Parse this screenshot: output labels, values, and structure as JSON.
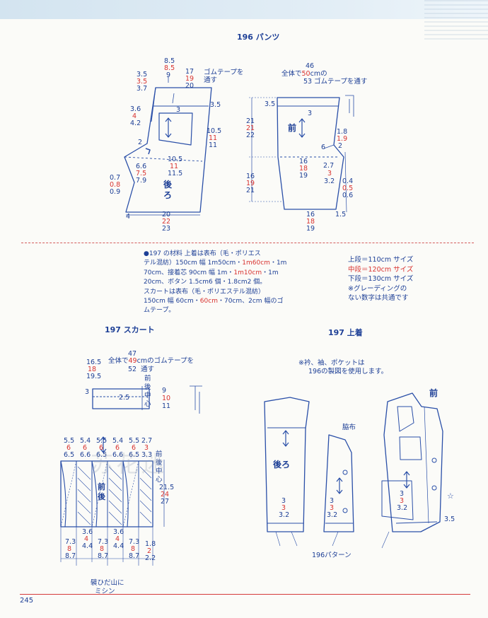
{
  "header": {
    "title_196": "196 パンツ",
    "title_197_skirt": "197 スカート",
    "title_197_jacket": "197 上着",
    "page_number": "245"
  },
  "pants_back": {
    "notes": [
      "ゴムテープを",
      "通す"
    ],
    "waist_top": [
      "8.5",
      "8.5",
      "9"
    ],
    "waist_width": [
      "17",
      "19",
      "20"
    ],
    "yoke_left": [
      "3.5",
      "3.5",
      "3.7"
    ],
    "yoke_depth": "3",
    "yoke_right": "3.5",
    "pocket_left": [
      "3.6",
      "4",
      "4.2"
    ],
    "crotch": "2",
    "crotch_depth": [
      "6.6",
      "7.5",
      "7.9"
    ],
    "hip_right": [
      "10.5",
      "11",
      "11"
    ],
    "knee_width": [
      "10.5",
      "11",
      "11.5"
    ],
    "hem_left": [
      "0.7",
      "0.8",
      "0.9"
    ],
    "hem_corner": "4",
    "hem_width": [
      "20",
      "22",
      "23"
    ],
    "label": [
      "後",
      "ろ"
    ]
  },
  "pants_front": {
    "notes": [
      "全体で",
      "50",
      "cmの",
      "ゴムテープを通す"
    ],
    "total": [
      "46",
      "53"
    ],
    "waist_left": "3.5",
    "waist_depth": "3",
    "side_length": [
      "21",
      "21",
      "22"
    ],
    "inseam": [
      "16",
      "19",
      "21"
    ],
    "crotch_right": [
      "1.8",
      "1.9",
      "2"
    ],
    "crotch": "6",
    "knee": [
      "16",
      "18",
      "19"
    ],
    "crotch_drop": [
      "2.7",
      "3",
      "3.2"
    ],
    "hem_right": [
      "0.4",
      "0.5",
      "0.6"
    ],
    "hem_corner": "1.5",
    "hem_width": [
      "16",
      "18",
      "19"
    ],
    "label": "前"
  },
  "materials": {
    "lines": [
      {
        "parts": [
          {
            "text": "●197 の材料  上着は表布（毛・ポリエス"
          }
        ]
      },
      {
        "parts": [
          {
            "text": "テル混紡）150cm 幅 1m50cm・"
          },
          {
            "text": "1m60cm",
            "red": true
          },
          {
            "text": "・1m"
          }
        ]
      },
      {
        "parts": [
          {
            "text": "70cm、接着芯 90cm 幅 1m・"
          },
          {
            "text": "1m10cm",
            "red": true
          },
          {
            "text": "・1m"
          }
        ]
      },
      {
        "parts": [
          {
            "text": "20cm、ボタン 1.5cm6 個・1.8cm2 個。"
          }
        ]
      },
      {
        "parts": [
          {
            "text": "スカートは表布（毛・ポリエステル混紡）"
          }
        ]
      },
      {
        "parts": [
          {
            "text": "150cm 幅 60cm・"
          },
          {
            "text": "60cm",
            "red": true
          },
          {
            "text": "・70cm、2cm 幅のゴ"
          }
        ]
      },
      {
        "parts": [
          {
            "text": "ムテープ。"
          }
        ]
      }
    ]
  },
  "sizes": {
    "lines": [
      {
        "text": "上段＝110cm サイズ",
        "red": false
      },
      {
        "text": "中段＝120cm サイズ",
        "red": true
      },
      {
        "text": "下段＝130cm サイズ",
        "red": false
      },
      {
        "text": "※グレーディングの",
        "red": false
      },
      {
        "text": "ない数字は共通です",
        "red": false
      }
    ]
  },
  "skirt": {
    "notes": [
      "全体で",
      "49",
      "cmのゴムテープを",
      "通す"
    ],
    "total": [
      "47",
      "52"
    ],
    "width": [
      "16.5",
      "18",
      "19.5"
    ],
    "waistband_left": "3",
    "waistband_inner": "2.5",
    "center_label": [
      "前",
      "後",
      "中",
      "心"
    ],
    "height": [
      "9",
      "10",
      "11"
    ],
    "top_measures": [
      [
        "5.5",
        "6",
        "6.5"
      ],
      [
        "5.4",
        "6",
        "6.6"
      ],
      [
        "5.5",
        "6",
        "6.5"
      ],
      [
        "5.4",
        "6",
        "6.6"
      ],
      [
        "5.5",
        "6",
        "6.5"
      ],
      [
        "2.7",
        "3",
        "3.3"
      ]
    ],
    "panel_label": [
      "前",
      "後"
    ],
    "right_center": [
      "前",
      "後",
      "中",
      "心"
    ],
    "length": [
      "21.5",
      "24",
      "27"
    ],
    "pleat": [
      [
        "3.6",
        "4",
        "4.4"
      ],
      [
        "3.6",
        "4",
        "4.4"
      ]
    ],
    "bottom_measures": [
      [
        "7.3",
        "8",
        "8.7"
      ],
      [
        "7.3",
        "8",
        "8.7"
      ],
      [
        "7.3",
        "8",
        "8.7"
      ]
    ],
    "hem_right": [
      "1.8",
      "2",
      "2.2"
    ],
    "note": [
      "襞ひだ山に",
      "ミシン"
    ]
  },
  "jacket": {
    "note": [
      "※衿、袖、ポケットは",
      "196の製図を使用します。"
    ],
    "back_label": "後ろ",
    "side_label": "脇布",
    "front_label": "前",
    "hem": [
      "3",
      "3",
      "3.2"
    ],
    "pocket_hem": [
      "3",
      "3",
      "3.2"
    ],
    "front_corner": "3.5",
    "star": "☆",
    "pattern_note": "196パターン"
  },
  "watermark": "苏花迷",
  "colors": {
    "ink": "#1d3f96",
    "accent": "#d8322f",
    "band": "#d3e4f0"
  }
}
